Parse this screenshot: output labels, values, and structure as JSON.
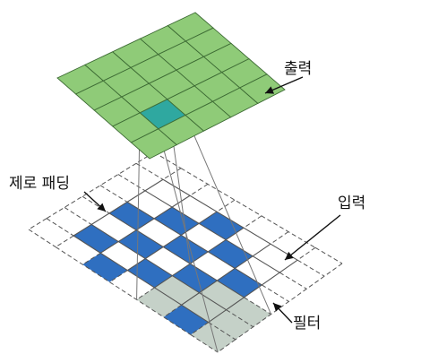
{
  "labels": {
    "output": "출력",
    "zero_padding": "제로 패딩",
    "input": "입력",
    "filter": "필터"
  },
  "colors": {
    "output_cell": "#8fcb78",
    "output_highlight": "#2fa8a0",
    "input_cell": "#2f6fc0",
    "filter_region": "#c5d1c8",
    "grid_line": "#555555",
    "projection_line": "#777777",
    "arrow": "#111111",
    "text": "#111111"
  },
  "output_grid": {
    "rows": 5,
    "cols": 5,
    "highlight_cell": {
      "row": 3,
      "col": 3
    }
  },
  "input_grid": {
    "rows": 7,
    "cols": 7,
    "padding": 1,
    "filled_cells": [
      [
        1,
        3
      ],
      [
        2,
        2
      ],
      [
        2,
        4
      ],
      [
        3,
        1
      ],
      [
        3,
        3
      ],
      [
        3,
        5
      ],
      [
        4,
        2
      ],
      [
        4,
        4
      ],
      [
        5,
        1
      ],
      [
        5,
        3
      ],
      [
        6,
        2
      ],
      [
        6,
        5
      ]
    ]
  },
  "filter": {
    "size": 3,
    "origin": {
      "row": 4,
      "col": 4
    }
  }
}
